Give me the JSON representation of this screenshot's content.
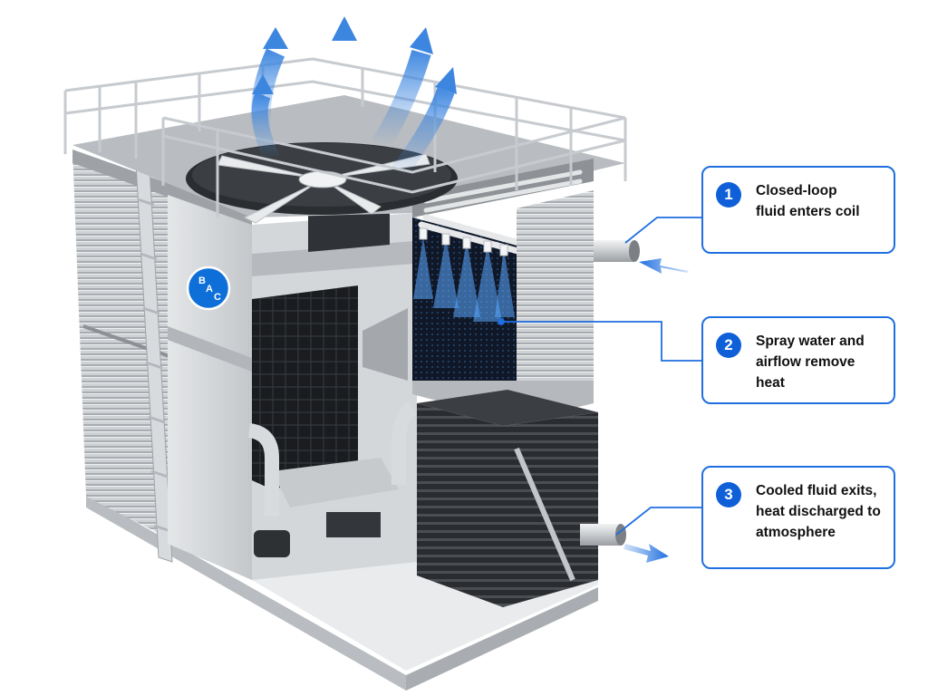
{
  "brand": {
    "logo_text": "BAC",
    "color": "#0e6fd8"
  },
  "colors": {
    "accent": "#1f6fe0",
    "badge": "#0e5fd8",
    "airflow": "#3d86e0",
    "spray": "#59a8ff"
  },
  "callouts": [
    {
      "number": "1",
      "lines": [
        "Closed-loop",
        "fluid enters coil"
      ]
    },
    {
      "number": "2",
      "lines": [
        "Spray water and",
        "airflow remove heat"
      ]
    },
    {
      "number": "3",
      "lines": [
        "Cooled fluid exits,",
        "heat discharged to",
        "atmosphere"
      ]
    }
  ]
}
